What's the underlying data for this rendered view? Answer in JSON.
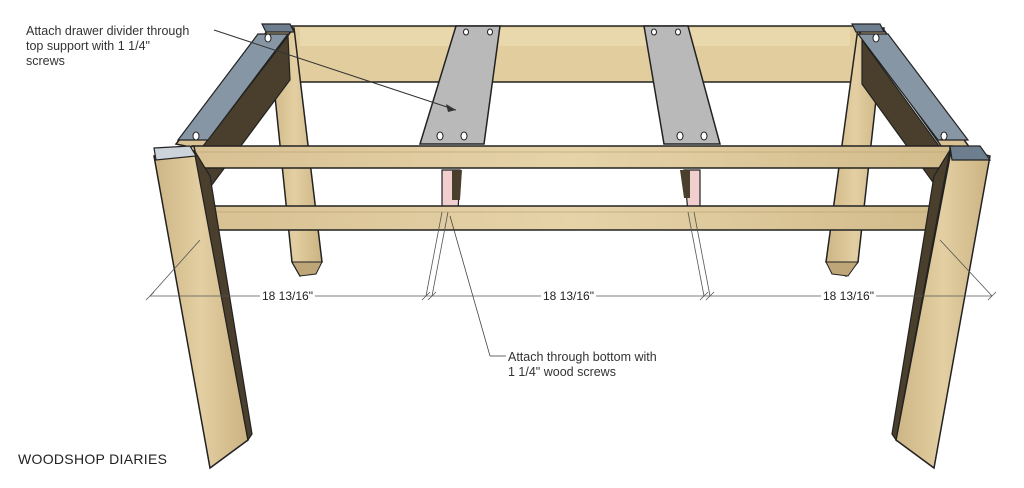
{
  "annotations": {
    "top_support": "Attach drawer divider through top support with 1 1/4\" screws",
    "top_support_lines": [
      "Attach drawer divider through",
      "top support with 1 1/4\"",
      "screws"
    ],
    "bottom": "Attach through bottom with 1 1/4\" wood screws",
    "bottom_lines": [
      "Attach through bottom with",
      "1 1/4\" wood screws"
    ]
  },
  "dimensions": {
    "left": "18 13/16\"",
    "middle": "18 13/16\"",
    "right": "18 13/16\""
  },
  "brand": "WOODSHOP DIARIES",
  "colors": {
    "wood": "#dcc79a",
    "wood_light": "#e6d4ab",
    "wood_shadow": "#5c4d32",
    "divider_grey": "#b9b9b9",
    "divider_pink": "#f2cfcf",
    "bracket_blue": "#6d7f8f"
  }
}
